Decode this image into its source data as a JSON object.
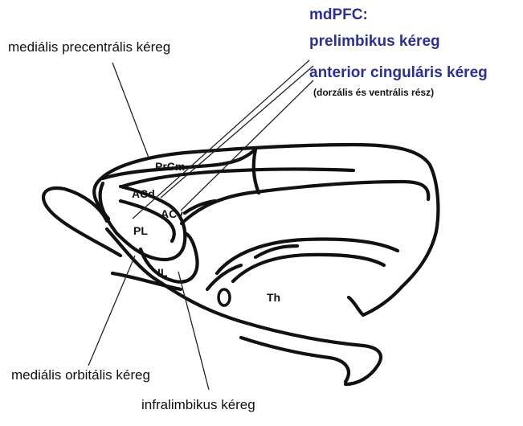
{
  "labels": {
    "medial_precentral": "mediális precentrális kéreg",
    "mdpfc": "mdPFC:",
    "prelimbic": "prelimbikus kéreg",
    "anterior_cingulate": "anterior cinguláris kéreg",
    "dorsal_ventral_note": "(dorzális és ventrális rész)",
    "medial_orbital": "mediális orbitális kéreg",
    "infralimbic": "infralimbikus kéreg"
  },
  "region_labels": {
    "prcm": "PrCm",
    "acd": "ACd",
    "acv": "ACv",
    "pl": "PL",
    "il": "IL",
    "th": "Th"
  },
  "colors": {
    "highlight_text": "#2b2f9a",
    "ink": "#111111"
  }
}
